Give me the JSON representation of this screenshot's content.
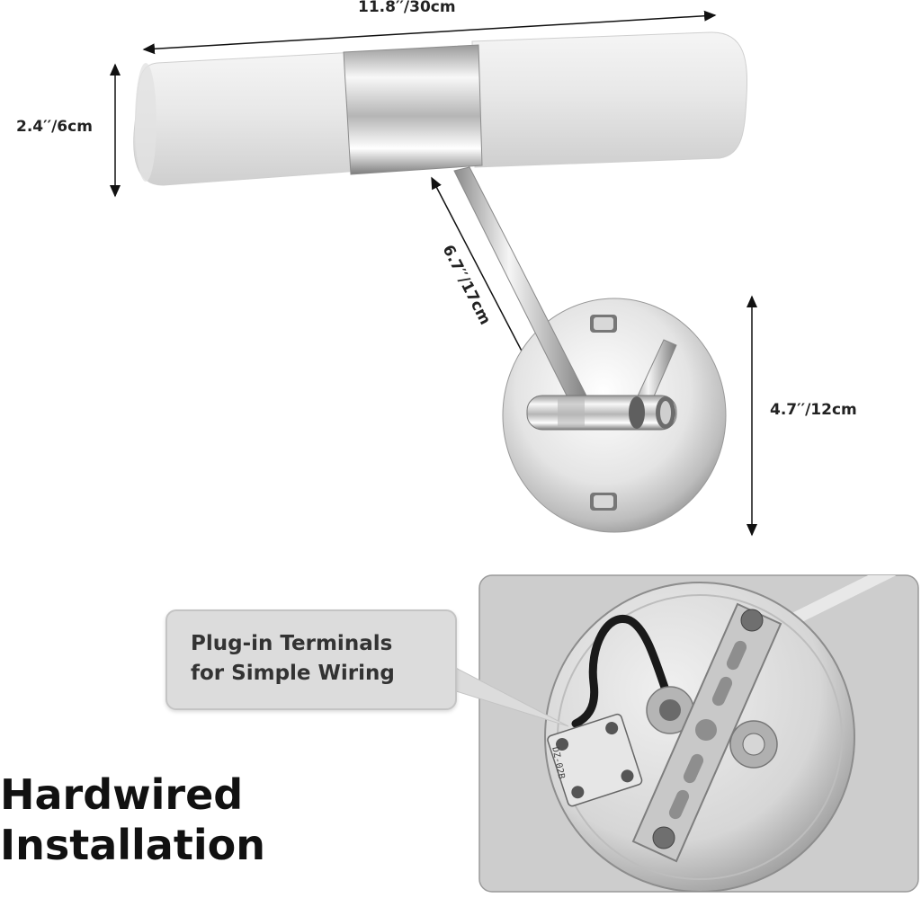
{
  "dimensions": {
    "width": "11.8′′/30cm",
    "height": "2.4′′/6cm",
    "arm": "6.7′′/17cm",
    "plate": "4.7′′/12cm"
  },
  "callout": {
    "line1": "Plug-in Terminals",
    "line2": "for Simple Wiring"
  },
  "caption": {
    "line1": "Hardwired",
    "line2": "Installation"
  },
  "terminal": {
    "mark": "DZ-02B"
  },
  "colors": {
    "chrome_light": "#f4f4f4",
    "chrome_dark": "#8a8a8a",
    "glass": "#e6e6e6",
    "inset_bg": "#cfcfcf"
  }
}
